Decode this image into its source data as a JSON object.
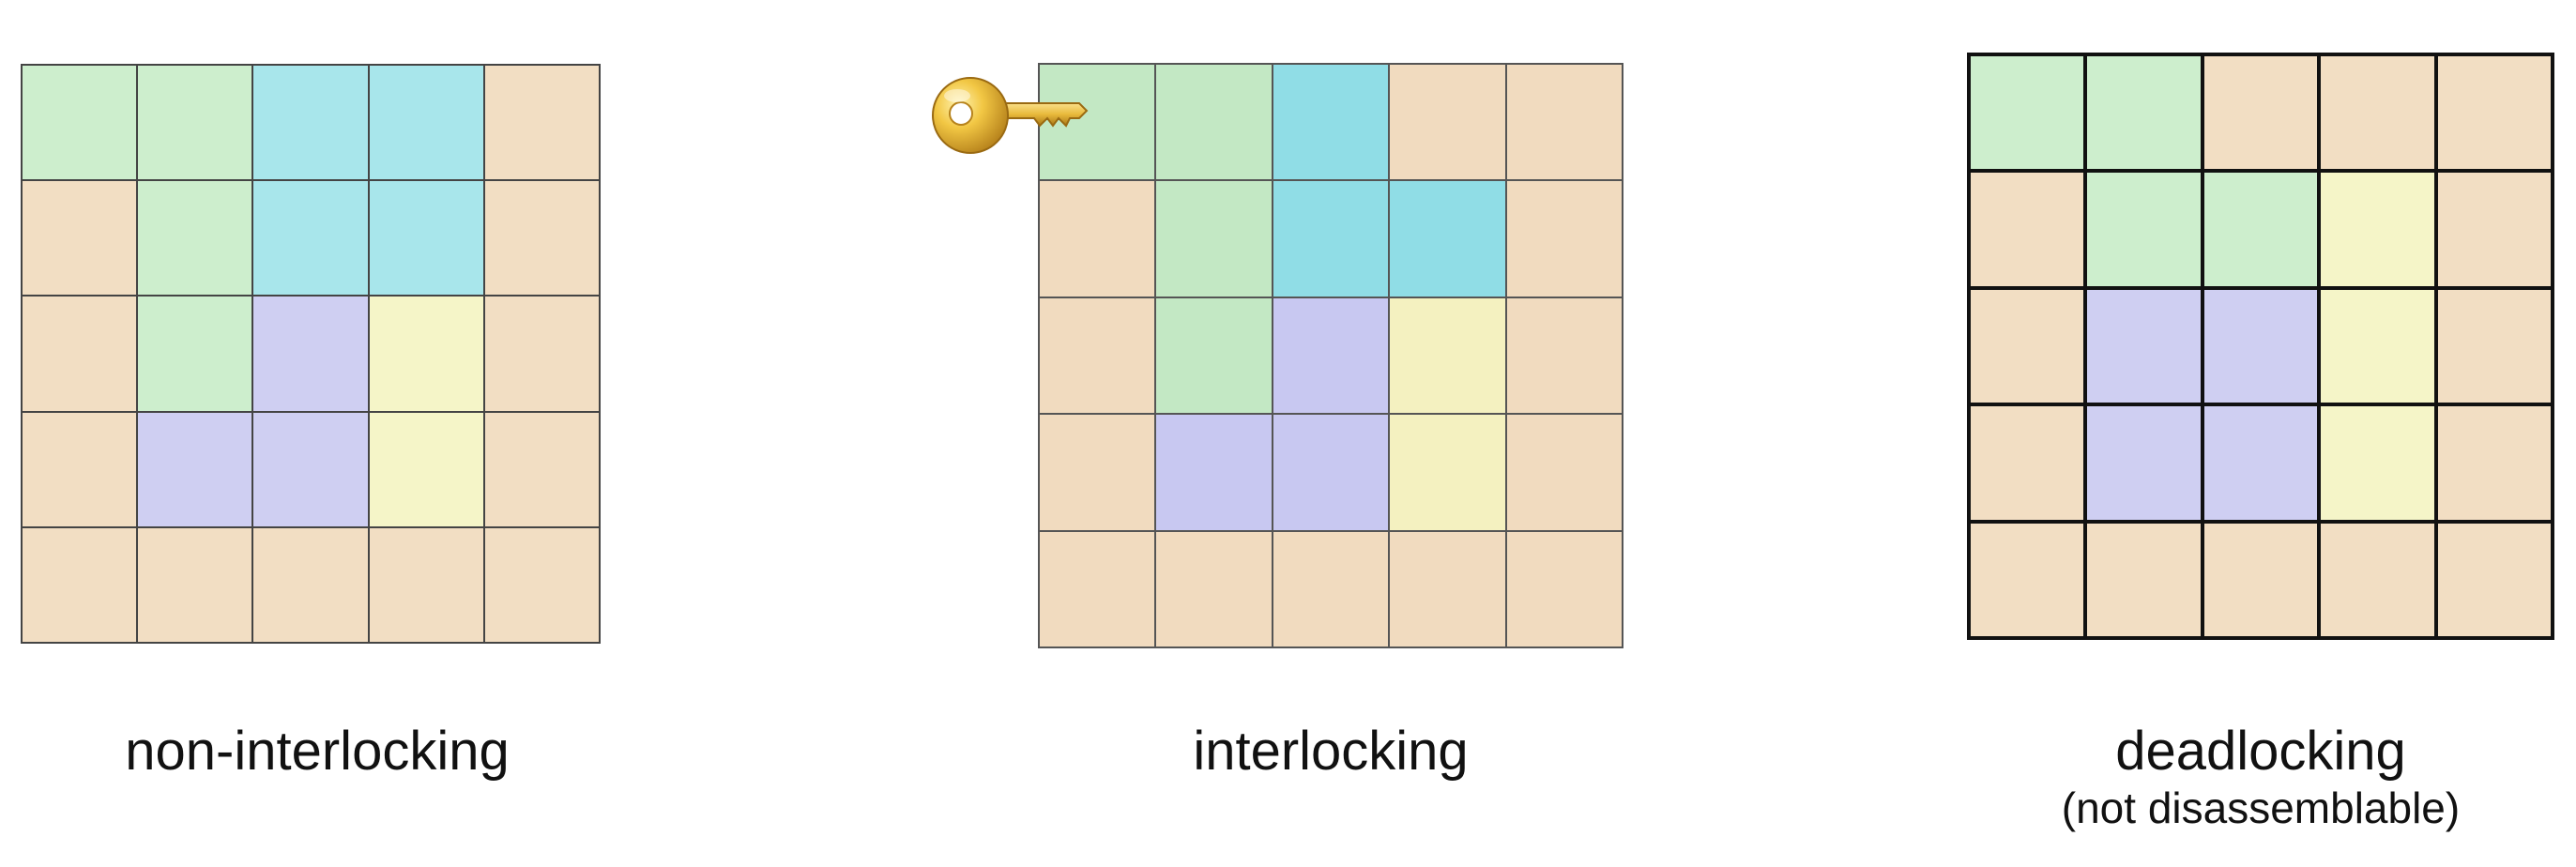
{
  "colors": {
    "tan": "#f2dec3",
    "green": "#cdeecd",
    "cyan": "#a8e6eb",
    "lavender": "#cfcff2",
    "yellow": "#f5f5c8",
    "green_dark": "#c3e8c4",
    "cyan_dark": "#90dde6",
    "lavender_dark": "#c8c8f1",
    "yellow_dark": "#f4f1c0",
    "tan_dark": "#f1dbbf",
    "key": "#e8b93a"
  },
  "panels": [
    {
      "caption": "non-interlocking",
      "subcaption": "",
      "cells": [
        [
          "green",
          "green",
          "cyan",
          "cyan",
          "tan"
        ],
        [
          "tan",
          "green",
          "cyan",
          "cyan",
          "tan"
        ],
        [
          "tan",
          "green",
          "lavender",
          "yellow",
          "tan"
        ],
        [
          "tan",
          "lavender",
          "lavender",
          "yellow",
          "tan"
        ],
        [
          "tan",
          "tan",
          "tan",
          "tan",
          "tan"
        ]
      ]
    },
    {
      "caption": "interlocking",
      "subcaption": "",
      "key_icon": "key-icon",
      "cells": [
        [
          "green_dark",
          "green_dark",
          "cyan_dark",
          "tan_dark",
          "tan_dark"
        ],
        [
          "tan_dark",
          "green_dark",
          "cyan_dark",
          "cyan_dark",
          "tan_dark"
        ],
        [
          "tan_dark",
          "green_dark",
          "lavender_dark",
          "yellow_dark",
          "tan_dark"
        ],
        [
          "tan_dark",
          "lavender_dark",
          "lavender_dark",
          "yellow_dark",
          "tan_dark"
        ],
        [
          "tan_dark",
          "tan_dark",
          "tan_dark",
          "tan_dark",
          "tan_dark"
        ]
      ]
    },
    {
      "caption": "deadlocking",
      "subcaption": "(not disassemblable)",
      "cells": [
        [
          "green",
          "green",
          "tan",
          "tan",
          "tan"
        ],
        [
          "tan",
          "green",
          "green",
          "yellow",
          "tan"
        ],
        [
          "tan",
          "lavender",
          "lavender",
          "yellow",
          "tan"
        ],
        [
          "tan",
          "lavender",
          "lavender",
          "yellow",
          "tan"
        ],
        [
          "tan",
          "tan",
          "tan",
          "tan",
          "tan"
        ]
      ]
    }
  ]
}
